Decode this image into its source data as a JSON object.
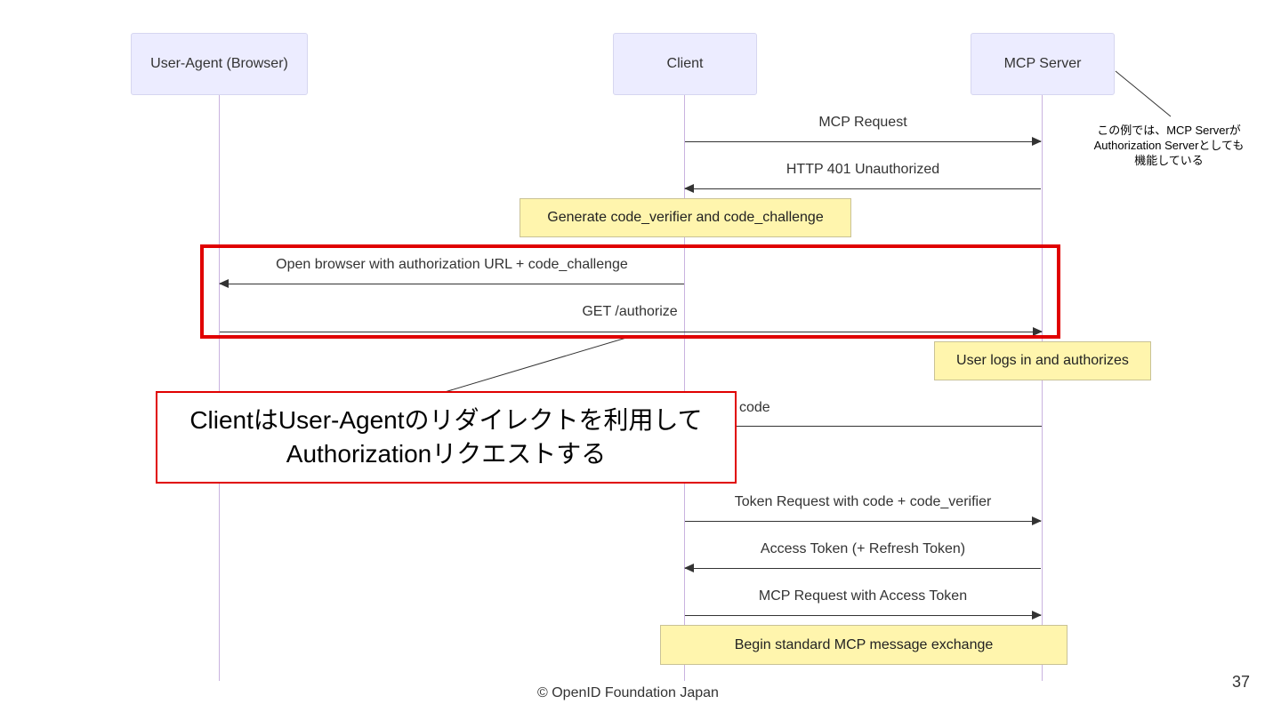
{
  "actors": {
    "user_agent": "User-Agent (Browser)",
    "client": "Client",
    "mcp_server": "MCP Server"
  },
  "messages": {
    "m1": "MCP Request",
    "m2": "HTTP 401 Unauthorized",
    "m3": "Open browser with authorization URL + code_challenge",
    "m4": "GET /authorize",
    "m5": "code",
    "m6": "Token Request with code + code_verifier",
    "m7": "Access Token (+ Refresh Token)",
    "m8": "MCP Request with Access Token"
  },
  "notes": {
    "n1": "Generate code_verifier and code_challenge",
    "n2": "User logs in and authorizes",
    "n3": "Begin standard MCP message exchange"
  },
  "annotation": {
    "line1": "この例では、MCP Serverが",
    "line2": "Authorization Serverとしても",
    "line3": "機能している"
  },
  "callout": {
    "line1": "ClientはUser-Agentのリダイレクトを利用して",
    "line2": "Authorizationリクエストする"
  },
  "footer": "© OpenID Foundation Japan",
  "page_number": "37",
  "colors": {
    "actor_fill": "#ECECFF",
    "lifeline": "#C9B3E0",
    "note_fill": "#FFF5AD",
    "highlight": "#E00000"
  }
}
